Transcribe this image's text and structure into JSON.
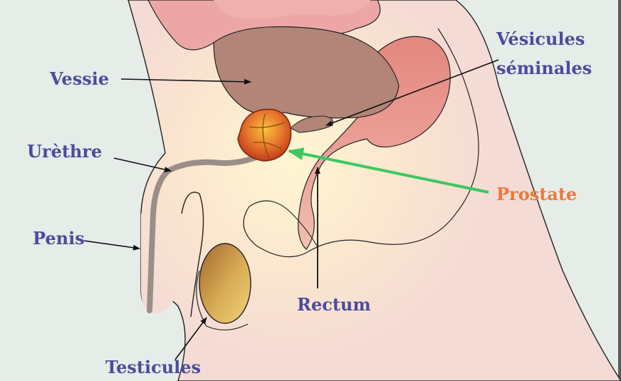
{
  "colors": {
    "background": "#e6ece8",
    "body": "#f3dcd6",
    "bladder": "#b38478",
    "urethra": "#9b8e88",
    "rectum": "#e7958e",
    "prostate": "#d96a28",
    "label_blue": "#4b4c9e",
    "label_orange": "#ec7a3a",
    "prostate_arrow": "#3cc860",
    "arrow": "#111111"
  },
  "labels": {
    "vessie": "Vessie",
    "vesicules_line1": "Vésicules",
    "vesicules_line2": "séminales",
    "urethre": "Urèthre",
    "prostate": "Prostate",
    "penis": "Penis",
    "rectum": "Rectum",
    "testicules": "Testicules"
  }
}
